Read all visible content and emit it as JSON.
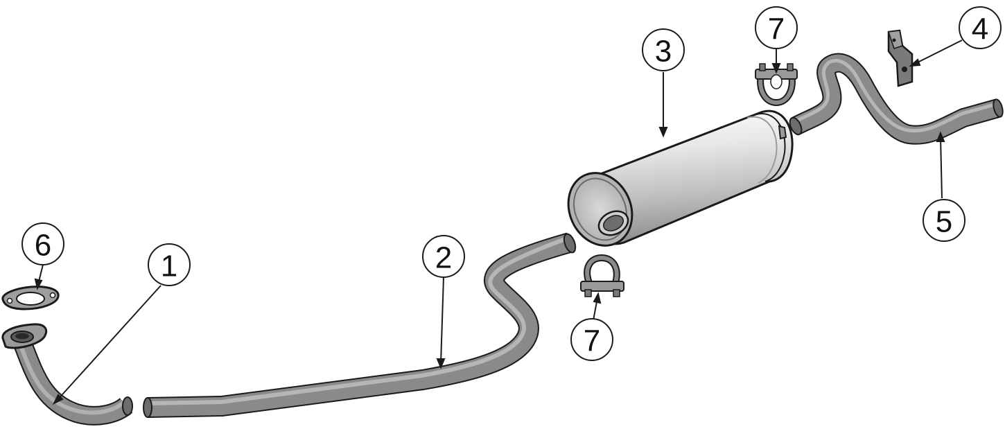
{
  "callouts": {
    "c1": "1",
    "c2": "2",
    "c3": "3",
    "c4": "4",
    "c5": "5",
    "c6": "6",
    "c7a": "7",
    "c7b": "7"
  },
  "colors": {
    "pipe_dark": "#4a4a4a",
    "pipe_mid": "#8c8c8c",
    "pipe_light": "#c4c4c4",
    "muffler_light": "#f2f2f2",
    "muffler_shadow": "#a8a8a8",
    "outline": "#1a1a1a"
  }
}
